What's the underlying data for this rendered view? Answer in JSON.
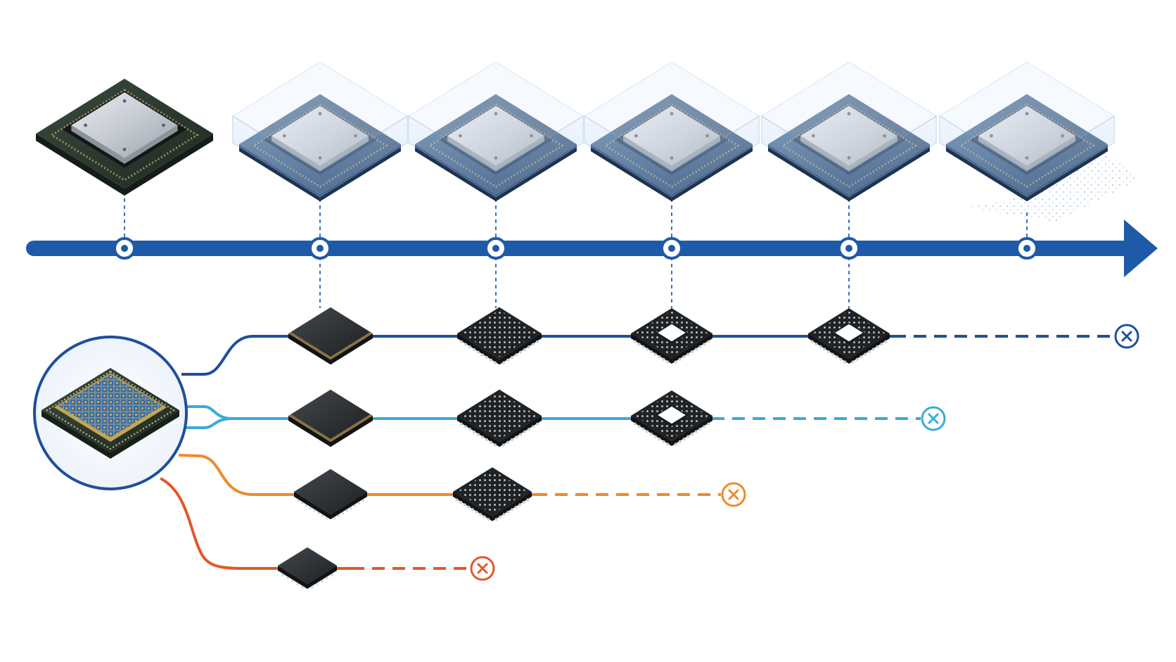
{
  "colors": {
    "timeline": "#1f5aa8",
    "guide": "#3a6fc0",
    "branch_1": "#1f4e9c",
    "branch_2": "#3aaad8",
    "branch_3": "#ee8a2a",
    "branch_4": "#e2572a",
    "glass": "#bcd6f2",
    "chip_dark": "#2a2d30",
    "heat_spreader": "#c6cbd2"
  },
  "icons": {
    "timeline_node": "ring-node-icon",
    "branch_end": "circle-x-icon"
  },
  "diagram": {
    "timeline_stages": 6,
    "branches": [
      {
        "id": "branch-1",
        "color_key": "branch_1",
        "packages": [
          "flat",
          "bga",
          "ring",
          "ring"
        ]
      },
      {
        "id": "branch-2",
        "color_key": "branch_2",
        "packages": [
          "flat",
          "bga",
          "ring"
        ]
      },
      {
        "id": "branch-3",
        "color_key": "branch_3",
        "packages": [
          "qfn",
          "bga"
        ]
      },
      {
        "id": "branch-4",
        "color_key": "branch_4",
        "packages": [
          "qfn-small"
        ]
      }
    ]
  }
}
